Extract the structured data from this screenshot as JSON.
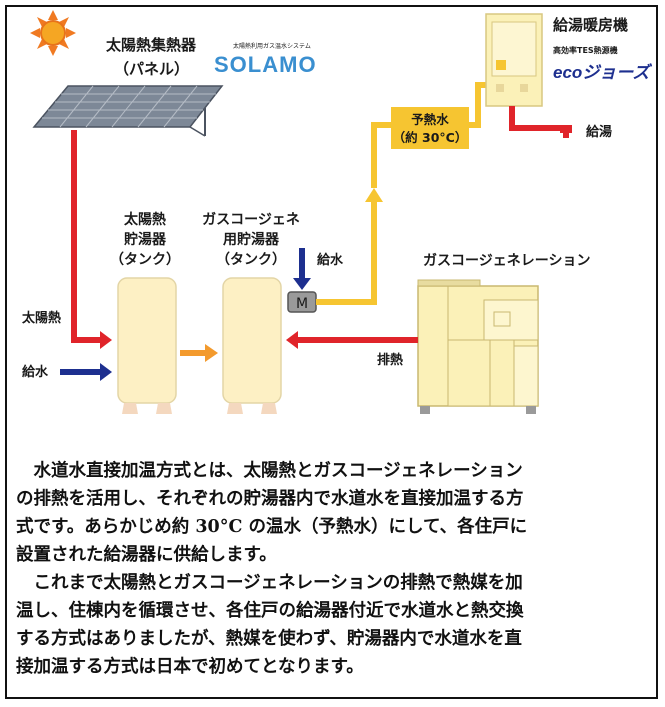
{
  "collector": {
    "title": "太陽熱集熱器",
    "subtitle": "（パネル）"
  },
  "solamo": {
    "tagline": "太陽熱利用ガス温水システム",
    "logo_text": "SOLAMO"
  },
  "heater": {
    "title": "給湯暖房機",
    "tagline": "高効率TES熱源機",
    "logo_text": "ecoジョーズ"
  },
  "preheat": {
    "line1": "予熱水",
    "line2": "（約 30°C）"
  },
  "hot_water": "給湯",
  "solar_tank": {
    "line1": "太陽熱",
    "line2": "貯湯器",
    "line3": "（タンク）"
  },
  "cogen_tank": {
    "line1": "ガスコージェネ",
    "line2": "用貯湯器",
    "line3": "（タンク）"
  },
  "water_in_top": "給水",
  "valve": "M",
  "cogen_unit": "ガスコージェネレーション",
  "solar_heat": "太陽熱",
  "water_in_left": "給水",
  "exhaust_heat": "排熱",
  "colors": {
    "solar_red": "#e0242a",
    "preheat_yellow": "#f6c531",
    "transfer_orange": "#f39a2d",
    "water_blue": "#1d2f8f",
    "tank_fill": "#fdf0c4",
    "unit_fill": "#fbf1b8"
  },
  "paragraphs": [
    [
      "　水道水直接加温方式とは、太陽熱とガスコージェネレーション",
      "の排熱を活用し、それぞれの貯湯器内で水道水を直接加温する方",
      "式です。あらかじめ約 30°C の温水（予熱水）にして、各住戸に",
      "設置された給湯器に供給します。"
    ],
    [
      "　これまで太陽熱とガスコージェネレーションの排熱で熱媒を加",
      "温し、住棟内を循環させ、各住戸の給湯器付近で水道水と熱交換",
      "する方式はありましたが、熱媒を使わず、貯湯器内で水道水を直",
      "接加温する方式は日本で初めてとなります。"
    ]
  ]
}
